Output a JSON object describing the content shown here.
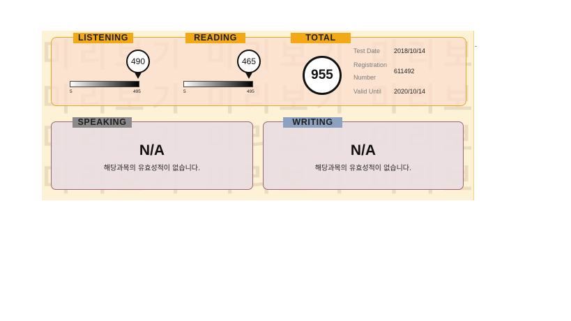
{
  "scores": {
    "listening": {
      "label": "LISTENING",
      "score": "490",
      "min": "5",
      "max": "495",
      "fraction": 0.98
    },
    "reading": {
      "label": "READING",
      "score": "465",
      "min": "5",
      "max": "495",
      "fraction": 0.94
    },
    "total": {
      "label": "TOTAL",
      "score": "955"
    }
  },
  "info": {
    "test_date_label": "Test Date",
    "test_date": "2018/10/14",
    "registration_label_1": "Registration",
    "registration_label_2": "Number",
    "registration_number": "611492",
    "valid_until_label": "Valid Until",
    "valid_until": "2020/10/14"
  },
  "speaking": {
    "label": "SPEAKING",
    "value": "N/A",
    "message": "해당과목의 유효성적이 없습니다."
  },
  "writing": {
    "label": "WRITING",
    "value": "N/A",
    "message": "해당과목의 유효성적이 없습니다."
  },
  "watermark": "미리보기 미리보기 미리보기 미리보기 미리보기",
  "colors": {
    "accent_orange": "#f3a816",
    "speaking_tab": "#8a8a8a",
    "writing_tab": "#8ca0c0"
  }
}
